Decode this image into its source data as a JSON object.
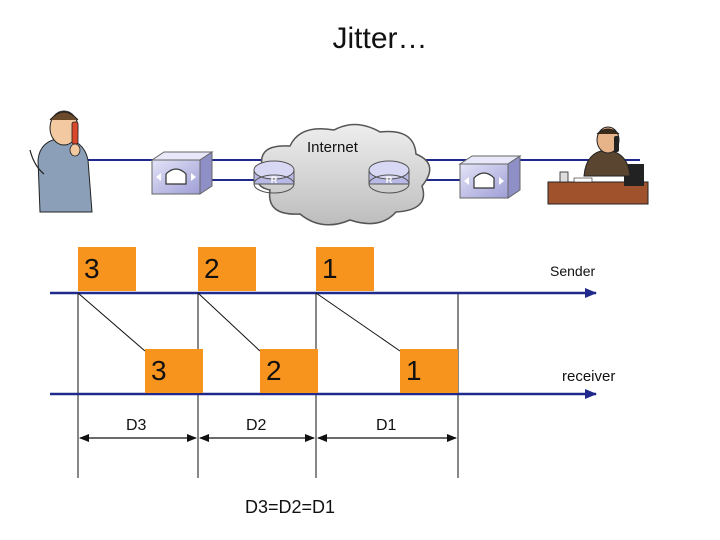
{
  "title": "Jitter…",
  "network": {
    "cloud_label": "Internet",
    "router_label": "R"
  },
  "timeline": {
    "sender_label": "Sender",
    "receiver_label": "receiver",
    "sent_packets": [
      "3",
      "2",
      "1"
    ],
    "received_packets": [
      "3",
      "2",
      "1"
    ],
    "delays": [
      "D3",
      "D2",
      "D1"
    ],
    "equation": "D3=D2=D1"
  },
  "colors": {
    "packet": "#f7941d",
    "arrow": "#1f2a8c",
    "cloud": "#d0d0d0",
    "device": "#c9c9ee"
  }
}
